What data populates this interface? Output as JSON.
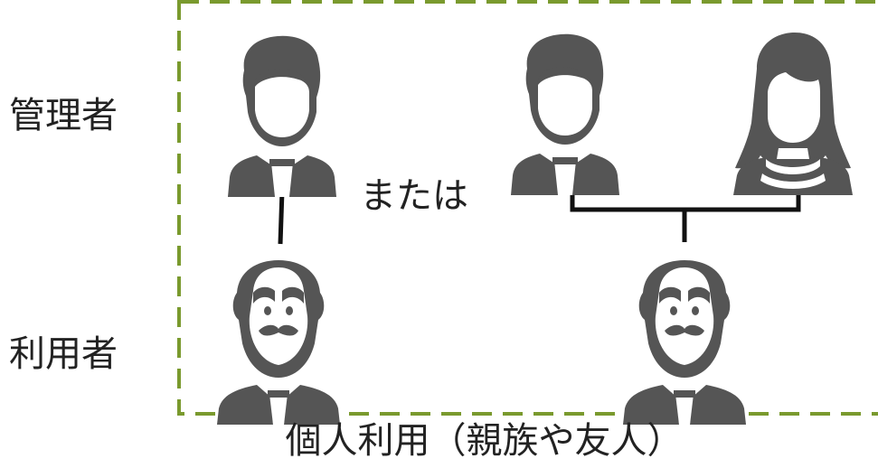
{
  "labels": {
    "admin": "管理者",
    "user": "利用者",
    "or": "または",
    "caption": "個人利用（親族や友人）"
  },
  "colors": {
    "frame_dash": "#7a9a2e",
    "figure": "#555555",
    "line": "#111111"
  },
  "icons": [
    "man-icon",
    "woman-icon",
    "elderly-man-icon"
  ]
}
